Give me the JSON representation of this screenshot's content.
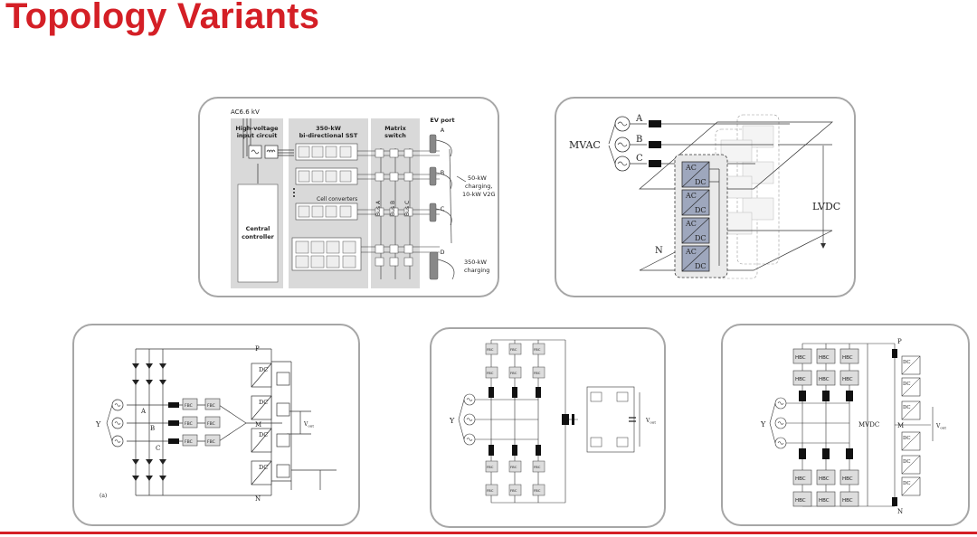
{
  "slide": {
    "title": "Topology Variants"
  },
  "fig1": {
    "ac_label": "AC6.6 kV",
    "hv_title_1": "High-voltage",
    "hv_title_2": "input circuit",
    "sst_title_1": "350-kW",
    "sst_title_2": "bi-directional SST",
    "matrix_title_1": "Matrix",
    "matrix_title_2": "switch",
    "ev_title": "EV port",
    "port_a": "A",
    "port_b": "B",
    "port_c": "C",
    "port_d": "D",
    "cell_label": "Cell converters",
    "bus_a": "Bus A",
    "bus_b": "Bus B",
    "bus_c": "Bus C",
    "central_1": "Central",
    "central_2": "controller",
    "charge_1": "50-kW",
    "charge_2": "charging,",
    "charge_3": "10-kW V2G",
    "charge_d1": "350-kW",
    "charge_d2": "charging"
  },
  "fig2": {
    "mvac": "MVAC",
    "phase_a": "A",
    "phase_b": "B",
    "phase_c": "C",
    "lvdc": "LVDC",
    "neutral": "N",
    "ac": "AC",
    "dc": "DC"
  },
  "fig3": {
    "p": "P",
    "m": "M",
    "n": "N",
    "y": "Y",
    "a": "A",
    "b": "B",
    "c": "C",
    "fbc": "FBC",
    "dc": "DC",
    "vout": "V",
    "vout_sub": "out",
    "caption": "(a)"
  },
  "fig4": {
    "fbc": "FBC",
    "y": "Y",
    "vout": "V",
    "vout_sub": "out"
  },
  "fig5": {
    "hbc": "HBC",
    "dc": "DC",
    "p": "P",
    "m": "M",
    "n": "N",
    "y": "Y",
    "mvdc": "MVDC",
    "vout": "V",
    "vout_sub": "out"
  }
}
